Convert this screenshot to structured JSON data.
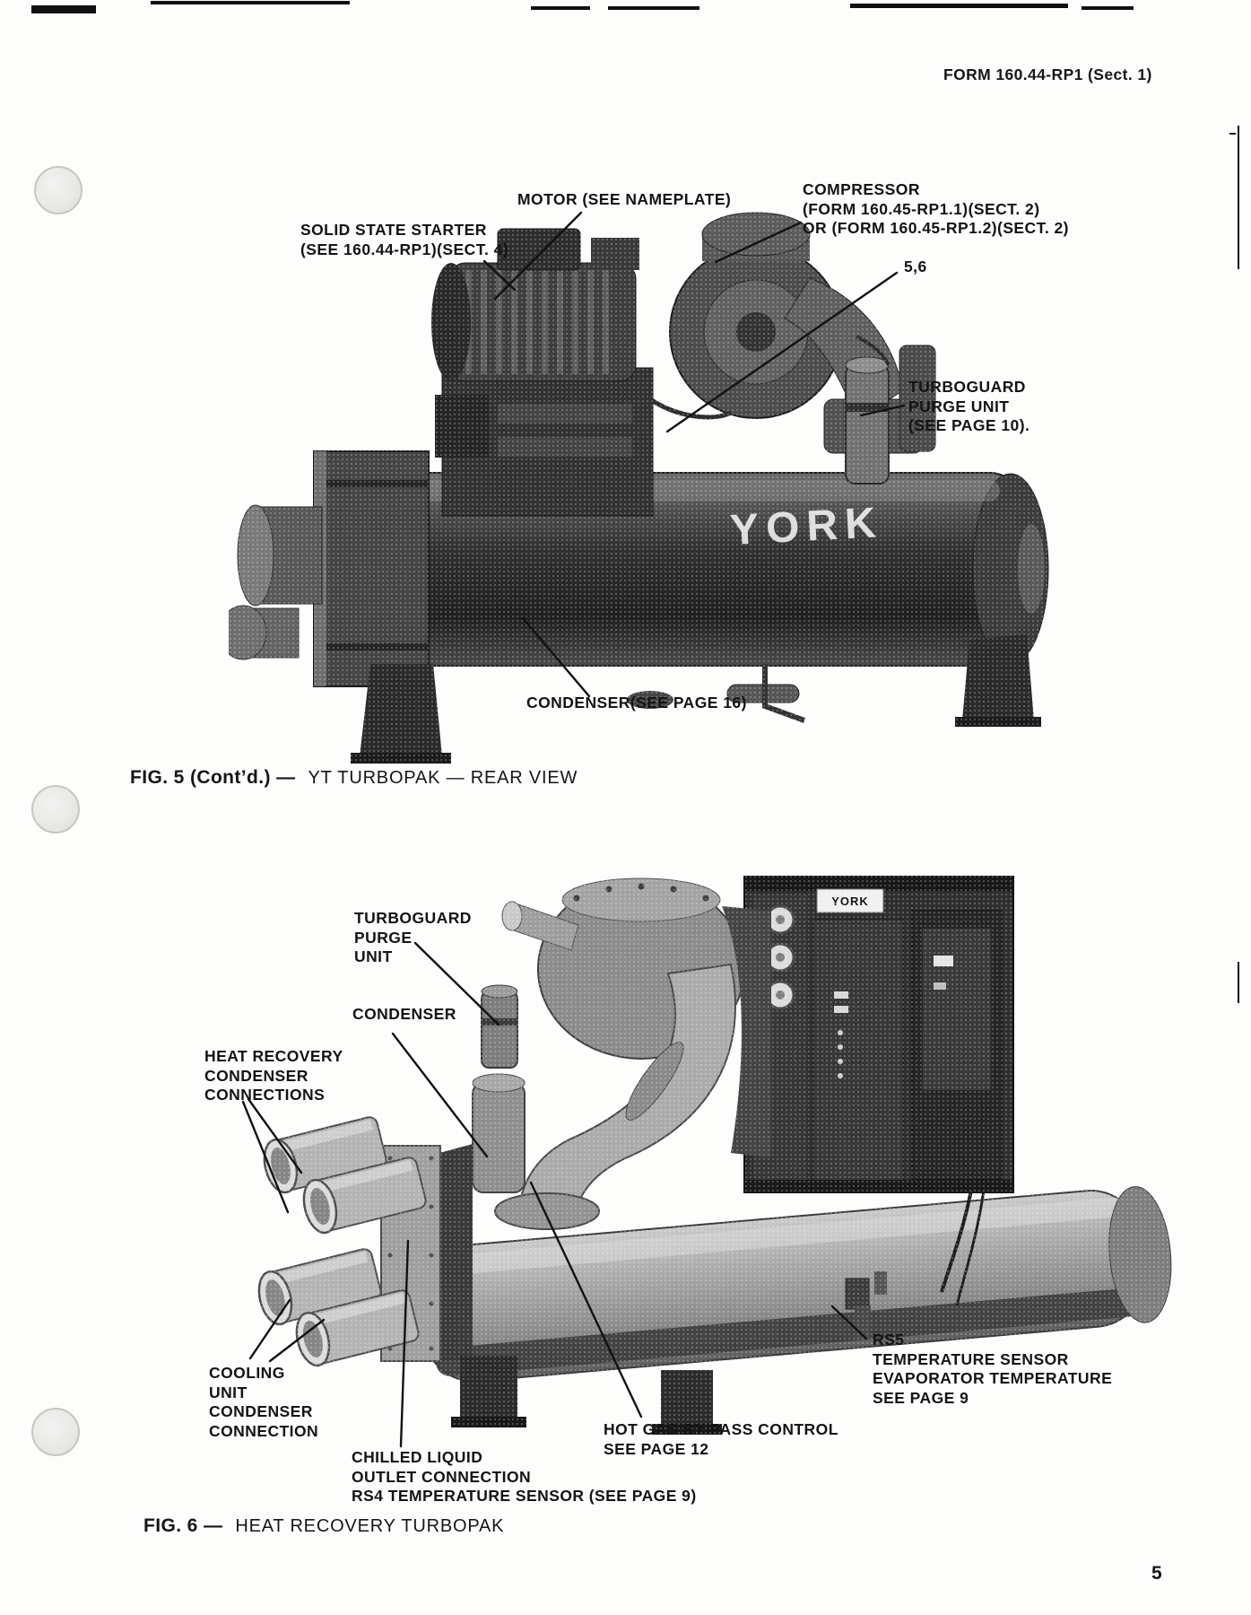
{
  "header": {
    "form_ref": "FORM 160.44-RP1 (Sect. 1)"
  },
  "page_number": "5",
  "fig5": {
    "caption_prefix": "FIG. 5 (Cont’d.) —",
    "caption_text": "YT TURBOPAK — REAR VIEW",
    "brand": "YORK",
    "labels": {
      "motor": "MOTOR (SEE NAMEPLATE)",
      "compressor": "COMPRESSOR\n(FORM 160.45-RP1.1)(SECT. 2)\nOR (FORM 160.45-RP1.2)(SECT. 2)",
      "starter": "SOLID STATE STARTER\n(SEE 160.44-RP1)(SECT. 4)",
      "ref_5_6": "5,6",
      "purge": "TURBOGUARD\nPURGE UNIT\n(SEE PAGE 10).",
      "condenser": "CONDENSER(SEE PAGE 16)"
    }
  },
  "fig6": {
    "caption_prefix": "FIG. 6 —",
    "caption_text": "HEAT RECOVERY TURBOPAK",
    "brand": "YORK",
    "labels": {
      "purge": "TURBOGUARD\nPURGE\nUNIT",
      "condenser": "CONDENSER",
      "heat_recovery": "HEAT RECOVERY\nCONDENSER\nCONNECTIONS",
      "cooling": "COOLING\nUNIT\nCONDENSER\nCONNECTION",
      "chilled": "CHILLED LIQUID\nOUTLET CONNECTION\nRS4 TEMPERATURE SENSOR (SEE PAGE 9)",
      "hot_gas": "HOT GAS BY-PASS CONTROL\nSEE PAGE 12",
      "rs5": "RS5\nTEMPERATURE SENSOR\nEVAPORATOR TEMPERATURE\nSEE PAGE 9"
    }
  }
}
